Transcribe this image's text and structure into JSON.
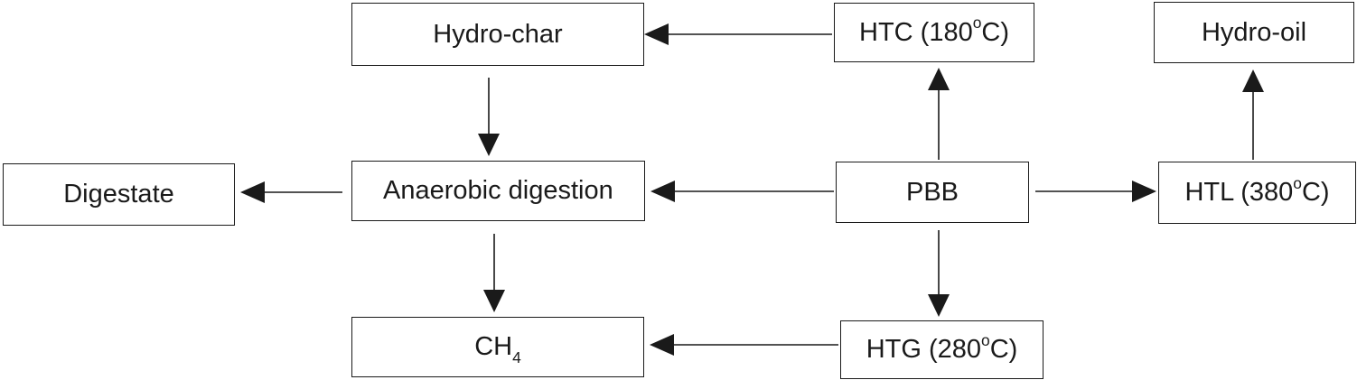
{
  "nodes": {
    "hydro_char": "Hydro-char",
    "htc_prefix": "HTC (180",
    "htc_degree": "o",
    "htc_suffix": "C)",
    "hydro_oil": "Hydro-oil",
    "digestate": "Digestate",
    "anaerobic_digestion": "Anaerobic digestion",
    "pbb": "PBB",
    "htl_prefix": "HTL (380",
    "htl_degree": "o",
    "htl_suffix": "C)",
    "ch4_main": "CH",
    "ch4_sub": "4",
    "htg_prefix": "HTG (280",
    "htg_degree": "o",
    "htg_suffix": "C)"
  },
  "edges": [
    {
      "from": "PBB",
      "to": "HTC (180oC)"
    },
    {
      "from": "HTC (180oC)",
      "to": "Hydro-char"
    },
    {
      "from": "Hydro-char",
      "to": "Anaerobic digestion"
    },
    {
      "from": "PBB",
      "to": "Anaerobic digestion"
    },
    {
      "from": "Anaerobic digestion",
      "to": "Digestate"
    },
    {
      "from": "Anaerobic digestion",
      "to": "CH4"
    },
    {
      "from": "PBB",
      "to": "HTL (380oC)"
    },
    {
      "from": "HTL (380oC)",
      "to": "Hydro-oil"
    },
    {
      "from": "PBB",
      "to": "HTG (280oC)"
    },
    {
      "from": "HTG (280oC)",
      "to": "CH4"
    }
  ]
}
